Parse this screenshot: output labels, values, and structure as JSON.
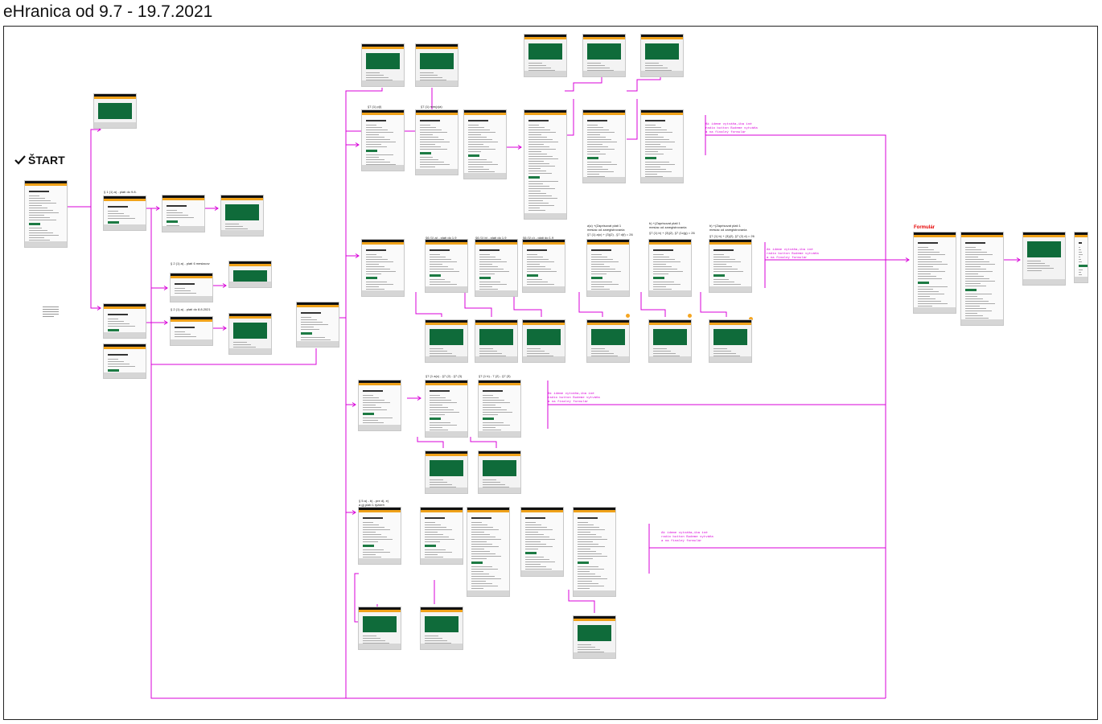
{
  "page": {
    "title": "eHranica od 9.7 - 19.7.2021",
    "start_label": "ŠTART",
    "form_label": "Formulár",
    "colors": {
      "wire": "#d800d8",
      "accent": "#f0a21a",
      "banner": "#0f6b3a",
      "header": "#111111",
      "form_label": "#e60000",
      "marker": "#f5a623"
    }
  },
  "labels": {
    "l1": "§ 1 (1) a) - platí do 9.8.",
    "l2": "§ 2 (1) a) - platí 6 mesiacov",
    "l3": "§ 2 (1) a) - platí do 8.8.2021",
    "l4": "§7 (1) p(l)",
    "l5": "§7 (1) mm(p(a)",
    "l6": "§6 (1) a) - platí do 1.9",
    "l7": "§6 (1) b) - platí do 1.9",
    "l8": "§6 (1) c) - platí do 1.9",
    "l9": "a)c) +(Zaprisovat plati 1 mesiac od zaregistrovania",
    "l10": "§7 (1) a)c) + (3)(2) , §7 d(f) = 26",
    "l11": "b) +(Zaprisovat plati 1 mesiac od zaregistrovania",
    "l12": "§7 (1) b) + (3)(2), §7 (1c(g) = 26",
    "l13": "b) +(Zaprisovat plati 1 mesiac od zaregistrovania",
    "l14": "§7 (1) b) + (3)(2), §7 (2) d) = 26",
    "l15": "§7 (1 a(c) - §7 (2) - §7 (3)",
    "l16": "§7 (1 b) - 7 (2) - §7 (3)",
    "l17": "§ 5 a) - b) - pre d), e) a g) platí 1 týždeň"
  },
  "notes": {
    "n1": "Ak ideme vytváňa,iba iné\nradio button Budeme vytváňa\na na finalný formulár",
    "n2": "Ak ideme vytváňa,iba iné\nradio button Budeme vytváňa\na na finalný formulár",
    "n3": "Ak ideme vytváňa,iba iné\nradio button Budeme vytváňa\na na finalný formulár",
    "n4": "Ak ideme vytváňa,iba iné\nradio button Budeme vytváňa\na na finalný formulár"
  }
}
